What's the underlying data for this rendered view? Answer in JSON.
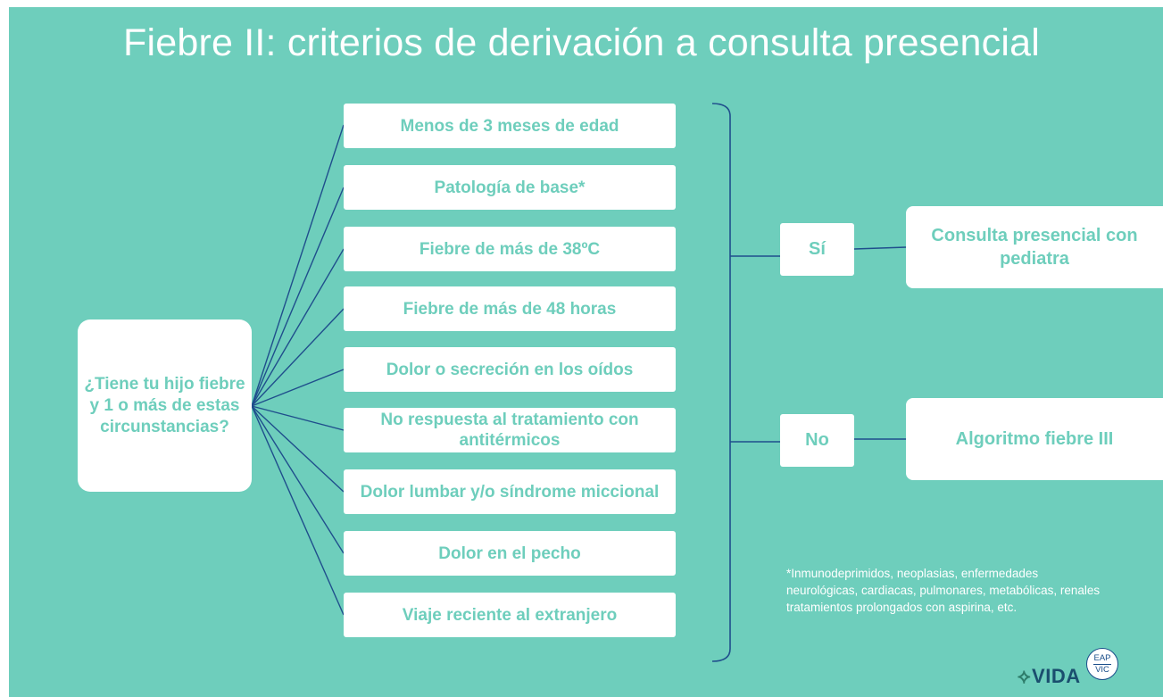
{
  "title": "Fiebre II: criterios de derivación a consulta presencial",
  "question": "¿Tiene tu hijo fiebre y  1 o más de estas circunstancias?",
  "criteria": [
    "Menos de 3 meses de edad",
    "Patología de base*",
    "Fiebre de más de 38ºC",
    "Fiebre de más de 48 horas",
    "Dolor o secreción en los oídos",
    "No respuesta al tratamiento con antitérmicos",
    "Dolor lumbar y/o síndrome miccional",
    "Dolor en el pecho",
    "Viaje reciente al extranjero"
  ],
  "answers": {
    "yes": "Sí",
    "no": "No"
  },
  "results": {
    "yes": "Consulta presencial con pediatra",
    "no": "Algoritmo fiebre III"
  },
  "footnote": "*Inmunodeprimidos, neoplasias, enfermedades\nneurológicas, cardiacas, pulmonares, metabólicas, renales\ntratamientos prolongados con aspirina, etc.",
  "logos": {
    "vida_mark": "⟡",
    "vida_text": "VIDA",
    "eap_top": "EAP",
    "eap_bottom": "VIC"
  },
  "colors": {
    "background": "#6ecebc",
    "box": "#ffffff",
    "box_text": "#6ecebc",
    "connector": "#1f4e8c",
    "title": "#ffffff"
  }
}
